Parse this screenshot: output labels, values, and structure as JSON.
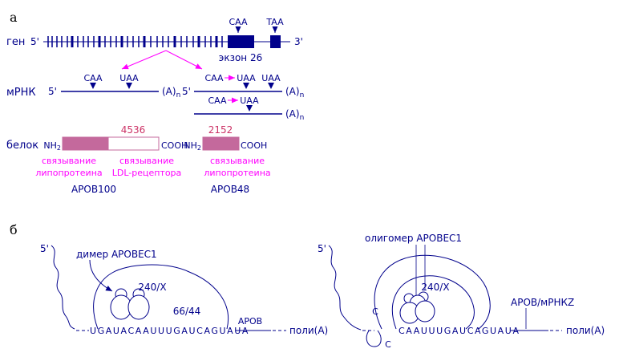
{
  "colors": {
    "navy": "#00008B",
    "magenta": "#FF00FF",
    "number_pink": "#CC3366",
    "protein_fill": "#C4699C"
  },
  "panel_a": {
    "label": "а",
    "row_gene": "ген",
    "row_mrna": "мРНК",
    "row_protein": "белок",
    "gene": {
      "five_prime": "5'",
      "three_prime": "3'",
      "caa": "CAA",
      "taa": "TAA",
      "exon": "экзон 26"
    },
    "mrna_left": {
      "five_prime": "5'",
      "caa": "CAA",
      "uaa": "UAA",
      "polya": "(A)",
      "polya_sub": "n"
    },
    "mrna_right_top": {
      "five_prime": "5'",
      "caa": "CAA",
      "uaa_edit": "UAA",
      "uaa_stop": "UAA",
      "polya": "(A)",
      "polya_sub": "n"
    },
    "mrna_right_bottom": {
      "caa": "CAA",
      "uaa": "UAA",
      "polya": "(A)",
      "polya_sub": "n"
    },
    "protein_left": {
      "nh": "NH",
      "nh_sub": "2",
      "cooh": "COOH",
      "length": "4536",
      "domain1_l1": "связывание",
      "domain1_l2": "липопротеина",
      "domain2_l1": "связывание",
      "domain2_l2": "LDL-рецептора",
      "name": "APOB100"
    },
    "protein_right": {
      "nh": "NH",
      "nh_sub": "2",
      "cooh": "COOH",
      "length": "2152",
      "domain1_l1": "связывание",
      "domain1_l2": "липопротеина",
      "name": "APOB48"
    }
  },
  "panel_b": {
    "label": "б",
    "left": {
      "five_prime": "5'",
      "enzyme": "димер APOBEC1",
      "ratio_top": "240/X",
      "ratio_bottom": "66/44",
      "sequence": "UGAUACAAUUUGAUCAGUAUA",
      "gene_label": "APOB",
      "polya": "поли(A)"
    },
    "right": {
      "five_prime": "5'",
      "enzyme": "олигомер APOBEC1",
      "ratio_top": "240/X",
      "c_site_upper": "C",
      "c_site_lower": "C",
      "sequence": "CAAUUUGAUCAGUAUA",
      "gene_label": "APOB/мРНКZ",
      "polya": "поли(A)"
    }
  }
}
